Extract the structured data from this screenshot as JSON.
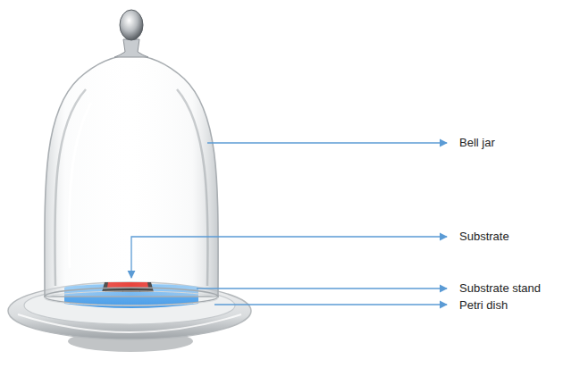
{
  "diagram": {
    "labels": [
      "Bell jar",
      "Substrate",
      "Substrate stand",
      "Petri dish"
    ]
  }
}
